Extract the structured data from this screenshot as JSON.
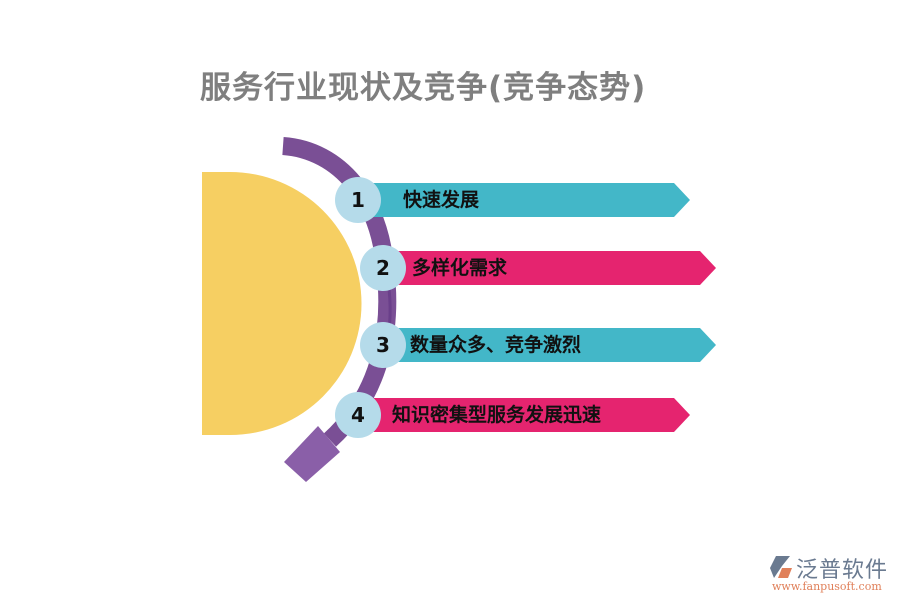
{
  "title": "服务行业现状及竞争(竞争态势)",
  "colors": {
    "teal": "#43b7c8",
    "pink": "#e5246f",
    "purple": "#7a4f95",
    "yellow": "#f6cf62",
    "circle": "#b5dbea",
    "title": "#7f7f7f"
  },
  "items": [
    {
      "number": "1",
      "label": "快速发展",
      "color": "teal"
    },
    {
      "number": "2",
      "label": "多样化需求",
      "color": "pink"
    },
    {
      "number": "3",
      "label": "数量众多、竞争激烈",
      "color": "teal"
    },
    {
      "number": "4",
      "label": "知识密集型服务发展迅速",
      "color": "pink"
    }
  ],
  "logo": {
    "name": "泛普软件",
    "url": "www.fanpusoft.com"
  }
}
